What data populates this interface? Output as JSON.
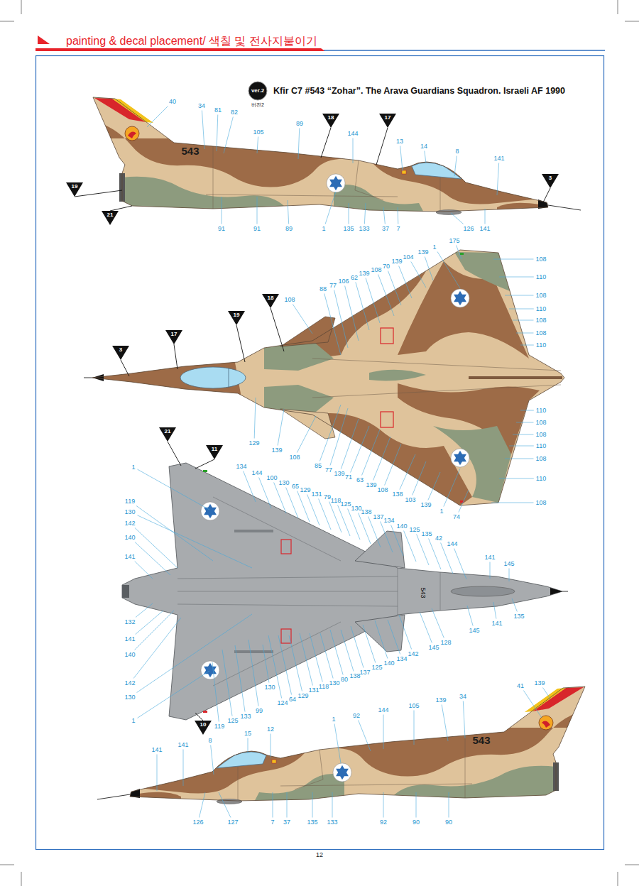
{
  "diagram": {
    "title": "painting & decal placement/ 색칠 및 전사지붙이기",
    "nodes": [
      {
        "text": [
          "ver.2",
          "버전2"
        ]
      },
      {
        "text": [
          "18"
        ]
      },
      {
        "text": [
          "17"
        ]
      },
      {
        "text": [
          "3"
        ]
      },
      {
        "text": [
          "19"
        ]
      },
      {
        "text": [
          "21"
        ]
      },
      {
        "text": [
          "3"
        ]
      },
      {
        "text": [
          "17"
        ]
      },
      {
        "text": [
          "19"
        ]
      },
      {
        "text": [
          "18"
        ]
      },
      {
        "text": [
          "21"
        ]
      },
      {
        "text": [
          "11"
        ]
      },
      {
        "text": [
          "10"
        ]
      }
    ],
    "labels": [
      "Kfir C7 #543 “Zohar”. The Arava Guardians Squadron. Israeli AF 1990",
      "40",
      "34",
      "81",
      "82",
      "105",
      "89",
      "144",
      "13",
      "14",
      "8",
      "141",
      "543",
      "91",
      "91",
      "89",
      "1",
      "135",
      "133",
      "37",
      "7",
      "126",
      "141",
      "108",
      "110",
      "108",
      "110",
      "108",
      "108",
      "110",
      "110",
      "108",
      "108",
      "110",
      "108",
      "110",
      "108",
      "175",
      "1",
      "139",
      "104",
      "139",
      "70",
      "108",
      "139",
      "62",
      "106",
      "77",
      "88",
      "108",
      "129",
      "139",
      "108",
      "85",
      "77",
      "139",
      "71",
      "63",
      "139",
      "108",
      "138",
      "103",
      "139",
      "1",
      "74",
      "1",
      "119",
      "130",
      "142",
      "140",
      "141",
      "132",
      "141",
      "140",
      "142",
      "130",
      "1",
      "134",
      "144",
      "100",
      "130",
      "65",
      "129",
      "131",
      "79",
      "118",
      "125",
      "130",
      "138",
      "137",
      "134",
      "140",
      "125",
      "135",
      "42",
      "144",
      "141",
      "145",
      "135",
      "141",
      "145",
      "128",
      "145",
      "142",
      "134",
      "140",
      "125",
      "137",
      "138",
      "80",
      "130",
      "118",
      "131",
      "129",
      "64",
      "124",
      "130",
      "99",
      "133",
      "125",
      "119",
      "543",
      "41",
      "139",
      "34",
      "139",
      "105",
      "144",
      "92",
      "1",
      "12",
      "15",
      "8",
      "141",
      "141",
      "543",
      "126",
      "127",
      "7",
      "37",
      "135",
      "133",
      "92",
      "90",
      "90",
      "12"
    ]
  }
}
